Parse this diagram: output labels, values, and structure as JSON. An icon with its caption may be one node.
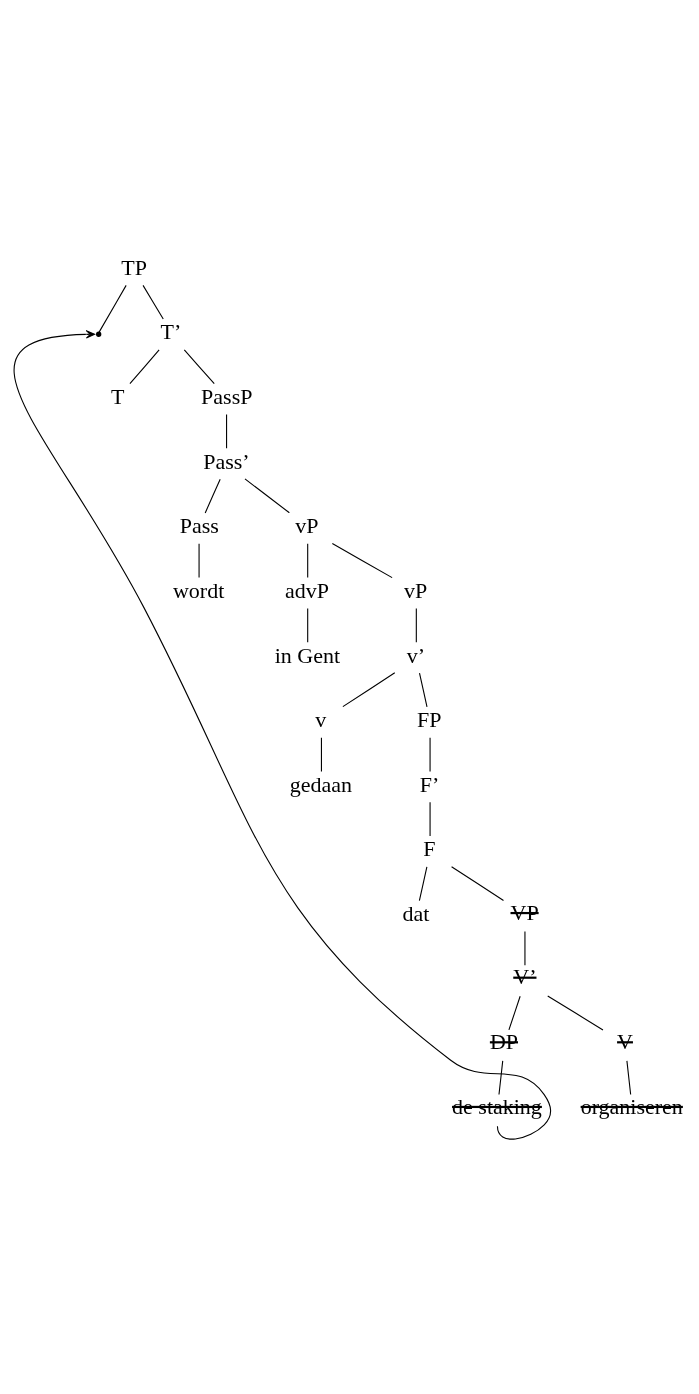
{
  "diagram": {
    "nodes": [
      {
        "text": [
          "TP"
        ]
      },
      {
        "text": [],
        "shape": "point"
      },
      {
        "text": [
          "T’"
        ]
      },
      {
        "text": [
          "T"
        ]
      },
      {
        "text": [
          "PassP"
        ]
      },
      {
        "text": [
          "Pass’"
        ]
      },
      {
        "text": [
          "Pass"
        ]
      },
      {
        "text": [
          "vP"
        ]
      },
      {
        "text": [
          "wordt"
        ]
      },
      {
        "text": [
          "advP"
        ]
      },
      {
        "text": [
          "vP"
        ]
      },
      {
        "text": [
          "in Gent"
        ]
      },
      {
        "text": [
          "v’"
        ]
      },
      {
        "text": [
          "v"
        ]
      },
      {
        "text": [
          "FP"
        ]
      },
      {
        "text": [
          "gedaan"
        ]
      },
      {
        "text": [
          "F’"
        ]
      },
      {
        "text": [
          "F"
        ]
      },
      {
        "text": [
          "dat"
        ]
      },
      {
        "text": [
          "VP"
        ]
      },
      {
        "text": [
          "V’"
        ]
      },
      {
        "text": [
          "DP"
        ]
      },
      {
        "text": [
          "V"
        ]
      },
      {
        "text": [
          "de staking"
        ]
      },
      {
        "text": [
          "organiseren"
        ]
      }
    ],
    "edges": [
      {
        "from": 0,
        "to": 1,
        "arrow": "none"
      },
      {
        "from": 0,
        "to": 2,
        "arrow": "none"
      },
      {
        "from": 2,
        "to": 3,
        "arrow": "none"
      },
      {
        "from": 2,
        "to": 4,
        "arrow": "none"
      },
      {
        "from": 4,
        "to": 5,
        "arrow": "none"
      },
      {
        "from": 5,
        "to": 6,
        "arrow": "none"
      },
      {
        "from": 5,
        "to": 7,
        "arrow": "none"
      },
      {
        "from": 6,
        "to": 8,
        "arrow": "none"
      },
      {
        "from": 7,
        "to": 9,
        "arrow": "none"
      },
      {
        "from": 7,
        "to": 10,
        "arrow": "none"
      },
      {
        "from": 9,
        "to": 11,
        "arrow": "none"
      },
      {
        "from": 10,
        "to": 12,
        "arrow": "none"
      },
      {
        "from": 12,
        "to": 13,
        "arrow": "none"
      },
      {
        "from": 12,
        "to": 14,
        "arrow": "none"
      },
      {
        "from": 13,
        "to": 15,
        "arrow": "none"
      },
      {
        "from": 14,
        "to": 16,
        "arrow": "none"
      },
      {
        "from": 16,
        "to": 17,
        "arrow": "none"
      },
      {
        "from": 17,
        "to": 18,
        "arrow": "none"
      },
      {
        "from": 17,
        "to": 19,
        "arrow": "none"
      },
      {
        "from": 19,
        "to": 20,
        "arrow": "none"
      },
      {
        "from": 20,
        "to": 21,
        "arrow": "none"
      },
      {
        "from": 20,
        "to": 22,
        "arrow": "none"
      },
      {
        "from": 21,
        "to": 23,
        "arrow": "none"
      },
      {
        "from": 22,
        "to": 24,
        "arrow": "none"
      },
      {
        "from": 23,
        "to": 1,
        "arrow": "to"
      }
    ]
  }
}
